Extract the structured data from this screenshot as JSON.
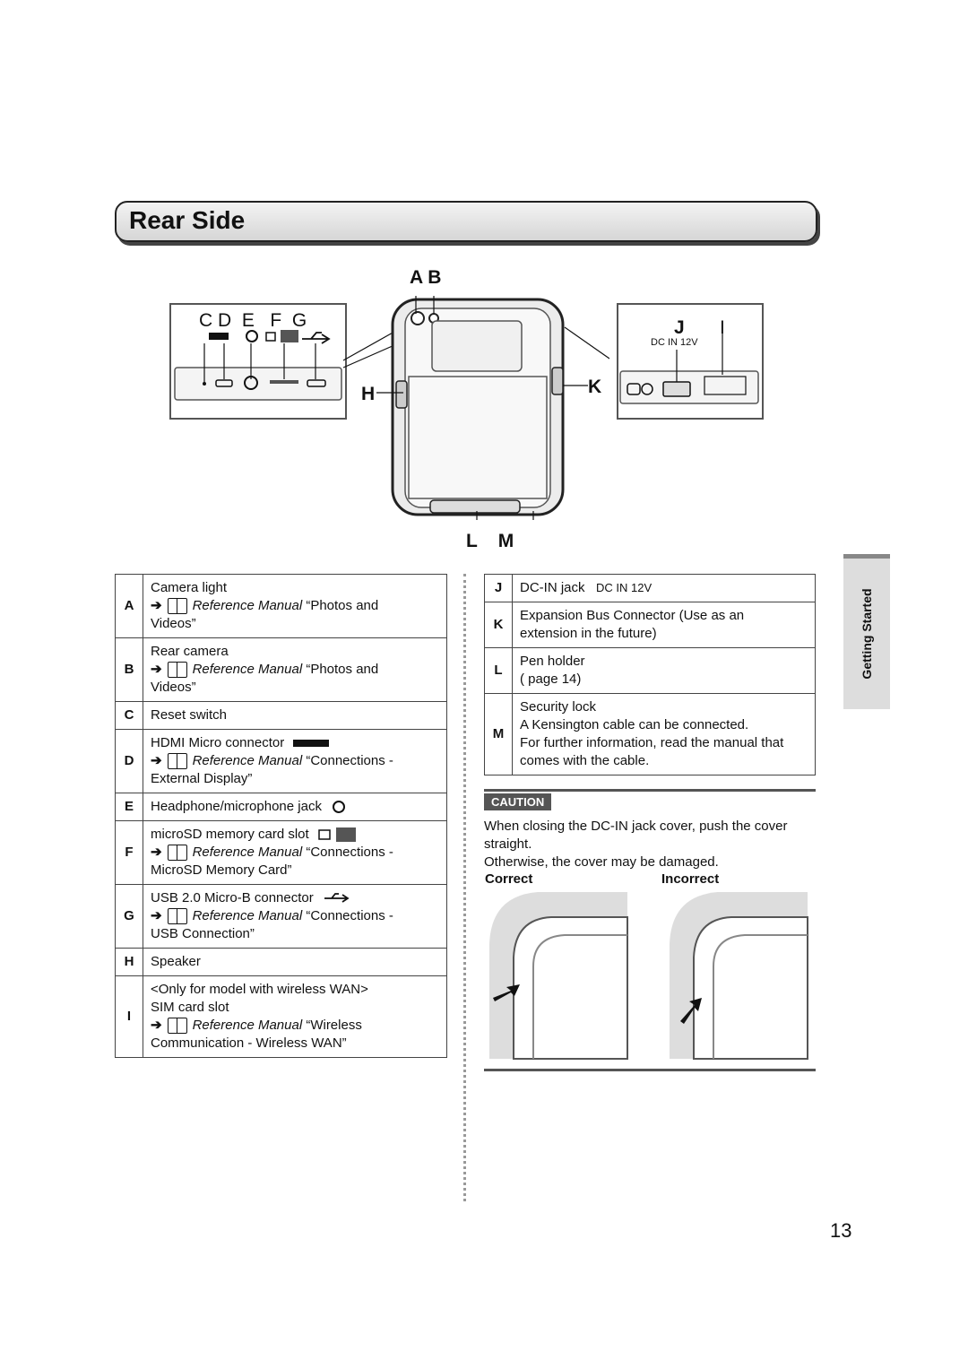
{
  "page_title": "Rear Side",
  "diagram": {
    "letters_top": "A B",
    "letters_left": "C D  E   F  G",
    "letters_right_j": "J",
    "letters_right_i": "I",
    "letter_h": "H",
    "letter_k": "K",
    "letters_bottom": "L    M",
    "dc_label": "DC IN 12V"
  },
  "left_table": [
    {
      "key": "A",
      "lines": [
        "Camera light"
      ],
      "ref": "Reference Manual",
      "ref_rest": "“Photos and",
      "after": [
        "Videos”"
      ]
    },
    {
      "key": "B",
      "lines": [
        "Rear camera"
      ],
      "ref": "Reference Manual",
      "ref_rest": "“Photos and",
      "after": [
        "Videos”"
      ]
    },
    {
      "key": "C",
      "lines": [
        "Reset switch"
      ]
    },
    {
      "key": "D",
      "lines": [
        "HDMI Micro connector"
      ],
      "icon": "hdmi-icon",
      "ref": "Reference Manual",
      "ref_rest": "“Connections -",
      "after": [
        "External Display”"
      ]
    },
    {
      "key": "E",
      "lines": [
        "Headphone/microphone jack"
      ],
      "icon": "headset-icon"
    },
    {
      "key": "F",
      "lines": [
        "microSD memory card slot"
      ],
      "icon": "microsd-icon",
      "ref": "Reference Manual",
      "ref_rest": "“Connections -",
      "after": [
        "MicroSD Memory Card”"
      ]
    },
    {
      "key": "G",
      "lines": [
        "USB 2.0 Micro-B connector"
      ],
      "icon": "usb-icon",
      "ref": "Reference Manual",
      "ref_rest": "“Connections -",
      "after": [
        "USB Connection”"
      ]
    },
    {
      "key": "H",
      "lines": [
        "Speaker"
      ]
    },
    {
      "key": "I",
      "lines": [
        "<Only for model with wireless WAN>",
        "SIM card slot"
      ],
      "ref": "Reference Manual",
      "ref_rest": "“Wireless",
      "after": [
        "Communication - Wireless WAN”"
      ]
    }
  ],
  "right_table": [
    {
      "key": "J",
      "lines": [
        "DC-IN jack"
      ],
      "suffix": "DC IN 12V"
    },
    {
      "key": "K",
      "lines": [
        "Expansion Bus Connector (Use as an",
        "extension in the future)"
      ]
    },
    {
      "key": "L",
      "lines": [
        "Pen holder",
        "( page 14)"
      ]
    },
    {
      "key": "M",
      "lines": [
        "Security lock",
        "A Kensington cable can be connected.",
        "For further information, read the manual that",
        "comes with the cable."
      ]
    }
  ],
  "side_tab": "Getting Started",
  "caution": {
    "badge": "CAUTION",
    "text1": "When closing the DC-IN jack cover, push the cover straight.",
    "text2": "Otherwise, the cover may be damaged.",
    "correct": "Correct",
    "incorrect": "Incorrect"
  },
  "page_number": "13"
}
